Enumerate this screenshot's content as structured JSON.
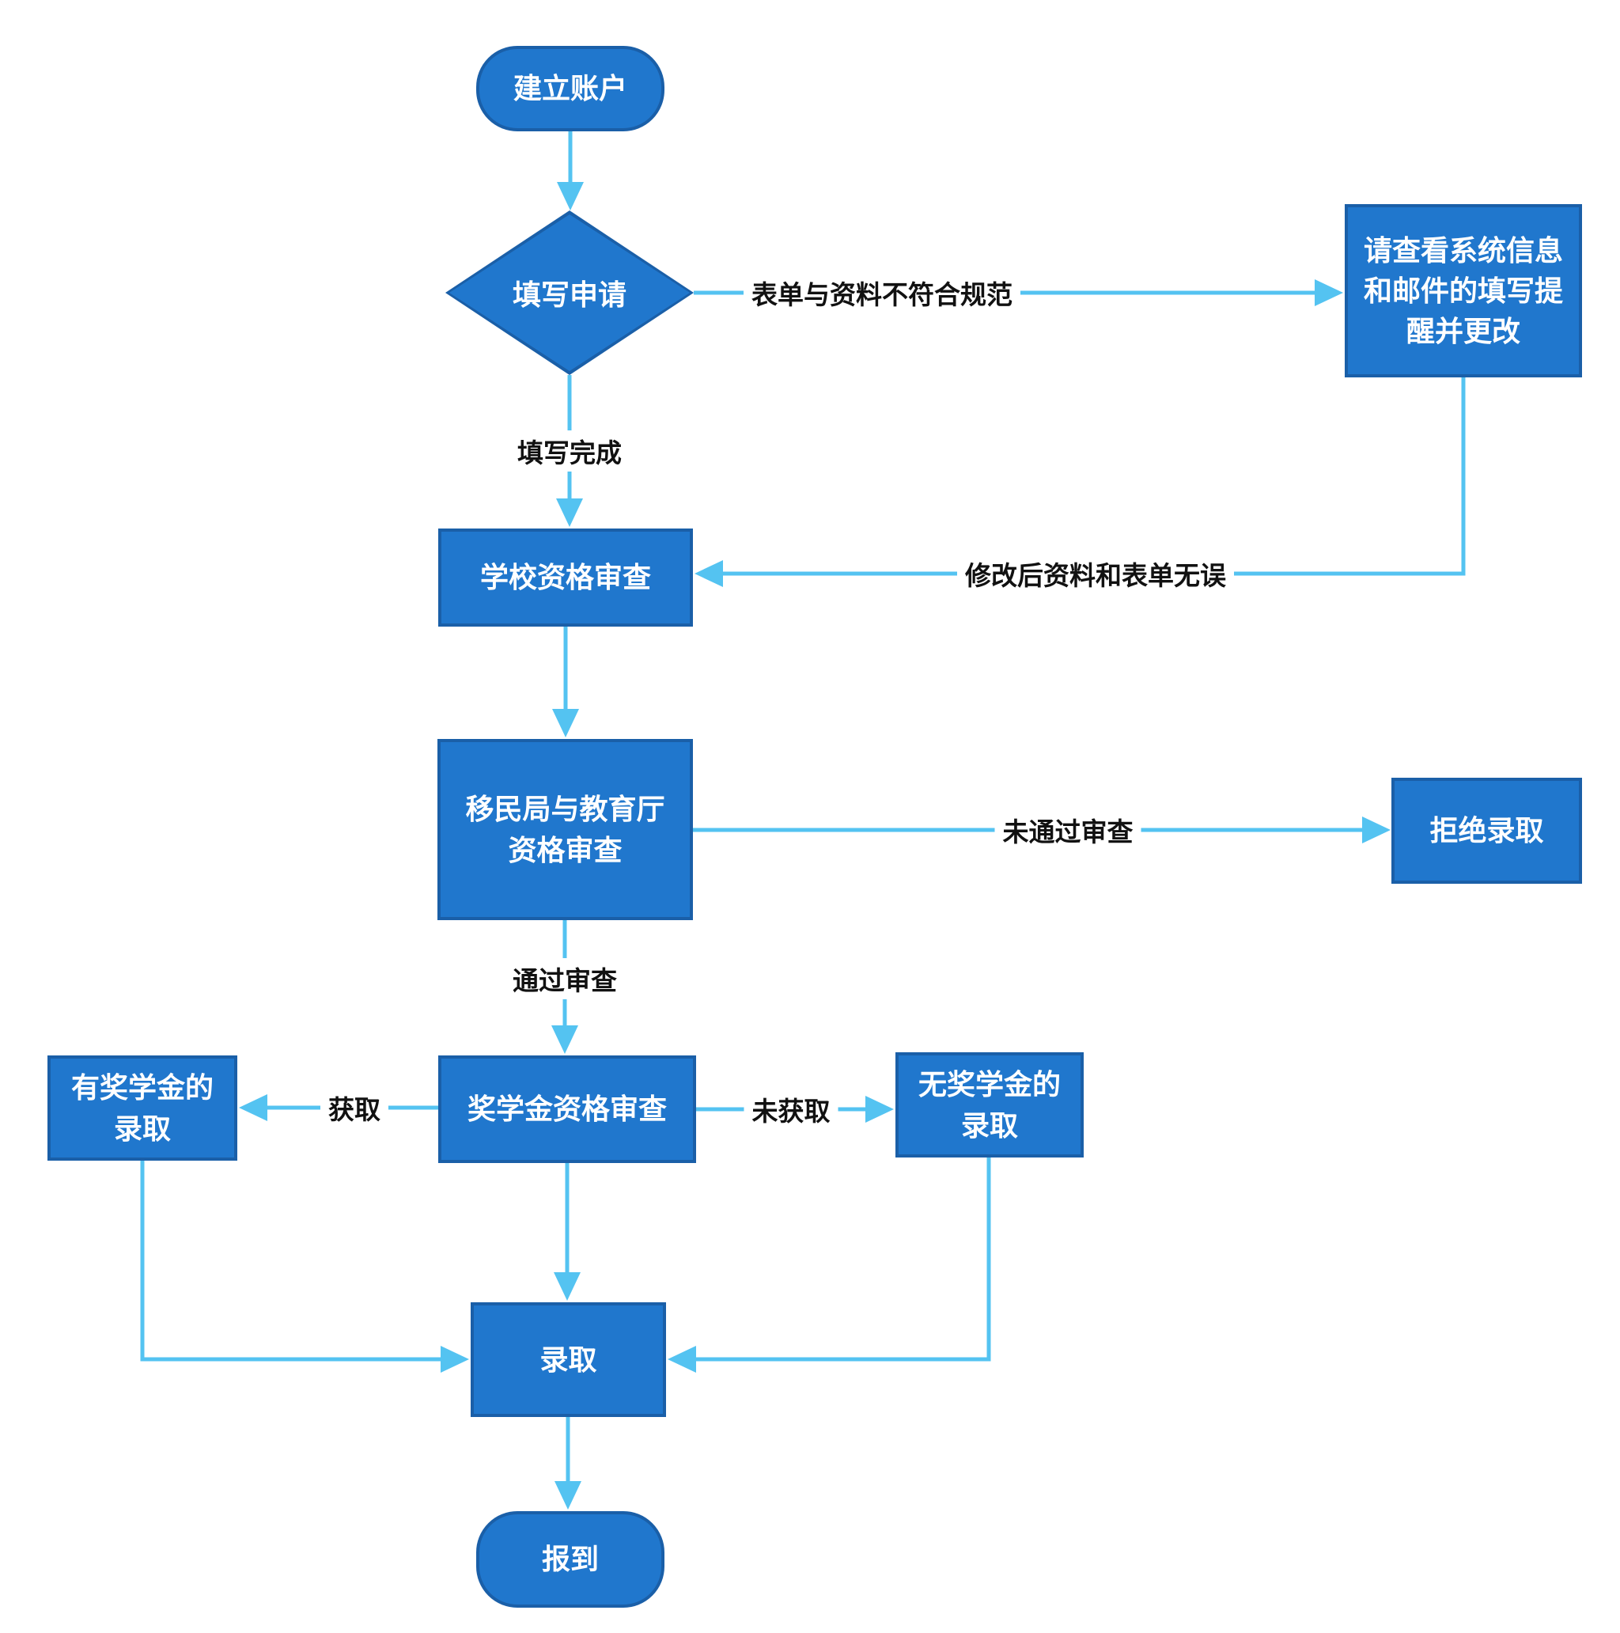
{
  "diagram": {
    "type": "flowchart",
    "colors": {
      "node_fill": "#2077cd",
      "node_border": "#1a5fa8",
      "connector": "#54c3f1",
      "node_text": "#ffffff",
      "edge_label_text": "#111111",
      "background": "#ffffff"
    },
    "nodes": {
      "start": {
        "label": "建立账户",
        "shape": "terminator"
      },
      "fill_application": {
        "label": "填写申请",
        "shape": "decision"
      },
      "notice": {
        "label": "请查看系统信息和邮件的填写提醒并更改",
        "shape": "process"
      },
      "school_review": {
        "label": "学校资格审查",
        "shape": "process"
      },
      "immigration_review": {
        "label": "移民局与教育厅资格审查",
        "shape": "process"
      },
      "reject": {
        "label": "拒绝录取",
        "shape": "process"
      },
      "scholarship_review": {
        "label": "奖学金资格审查",
        "shape": "process"
      },
      "with_scholarship": {
        "label": "有奖学金的录取",
        "shape": "process"
      },
      "without_scholarship": {
        "label": "无奖学金的录取",
        "shape": "process"
      },
      "admit": {
        "label": "录取",
        "shape": "process"
      },
      "report": {
        "label": "报到",
        "shape": "terminator"
      }
    },
    "edge_labels": {
      "not_conform": "表单与资料不符合规范",
      "fill_complete": "填写完成",
      "modified_ok": "修改后资料和表单无误",
      "not_pass": "未通过审查",
      "pass": "通过审查",
      "obtained": "获取",
      "not_obtained": "未获取"
    }
  }
}
